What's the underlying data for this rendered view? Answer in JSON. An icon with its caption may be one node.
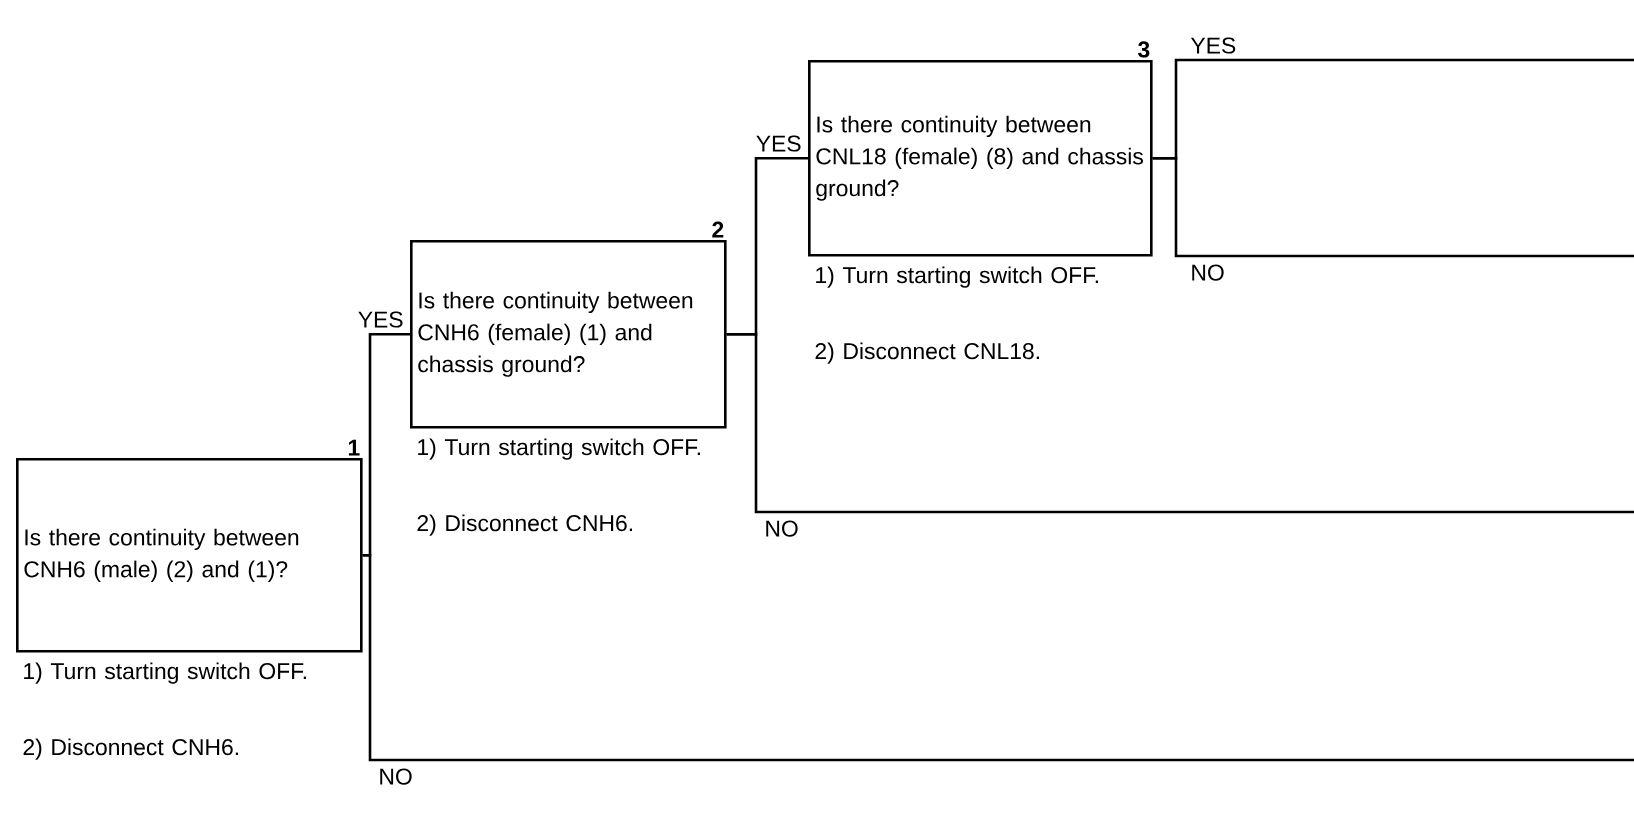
{
  "diagram": {
    "nodes": [
      {
        "text": [
          "Is there continuity between CNH6 (male) (2) and (1)?"
        ],
        "beside": [
          "1",
          "1) Turn starting switch OFF.",
          "2) Disconnect CNH6."
        ]
      },
      {
        "text": [
          "Is there continuity between CNH6 (female) (1) and chassis ground?"
        ],
        "beside": [
          "2",
          "1) Turn starting switch OFF.",
          "2) Disconnect CNH6."
        ]
      },
      {
        "text": [
          "Is there continuity between CNL18 (female) (8) and chassis ground?"
        ],
        "beside": [
          "3",
          "1) Turn starting switch OFF.",
          "2) Disconnect CNL18."
        ]
      }
    ],
    "edges": [
      {
        "from": 0,
        "to": 1,
        "arrow": "none",
        "label": "YES"
      },
      {
        "from": 0,
        "to": null,
        "arrow": "none",
        "label": "NO"
      },
      {
        "from": 1,
        "to": 2,
        "arrow": "none",
        "label": "YES"
      },
      {
        "from": 1,
        "to": null,
        "arrow": "none",
        "label": "NO"
      },
      {
        "from": 2,
        "to": null,
        "arrow": "none",
        "label": "YES"
      },
      {
        "from": 2,
        "to": null,
        "arrow": "none",
        "label": "NO"
      }
    ]
  }
}
